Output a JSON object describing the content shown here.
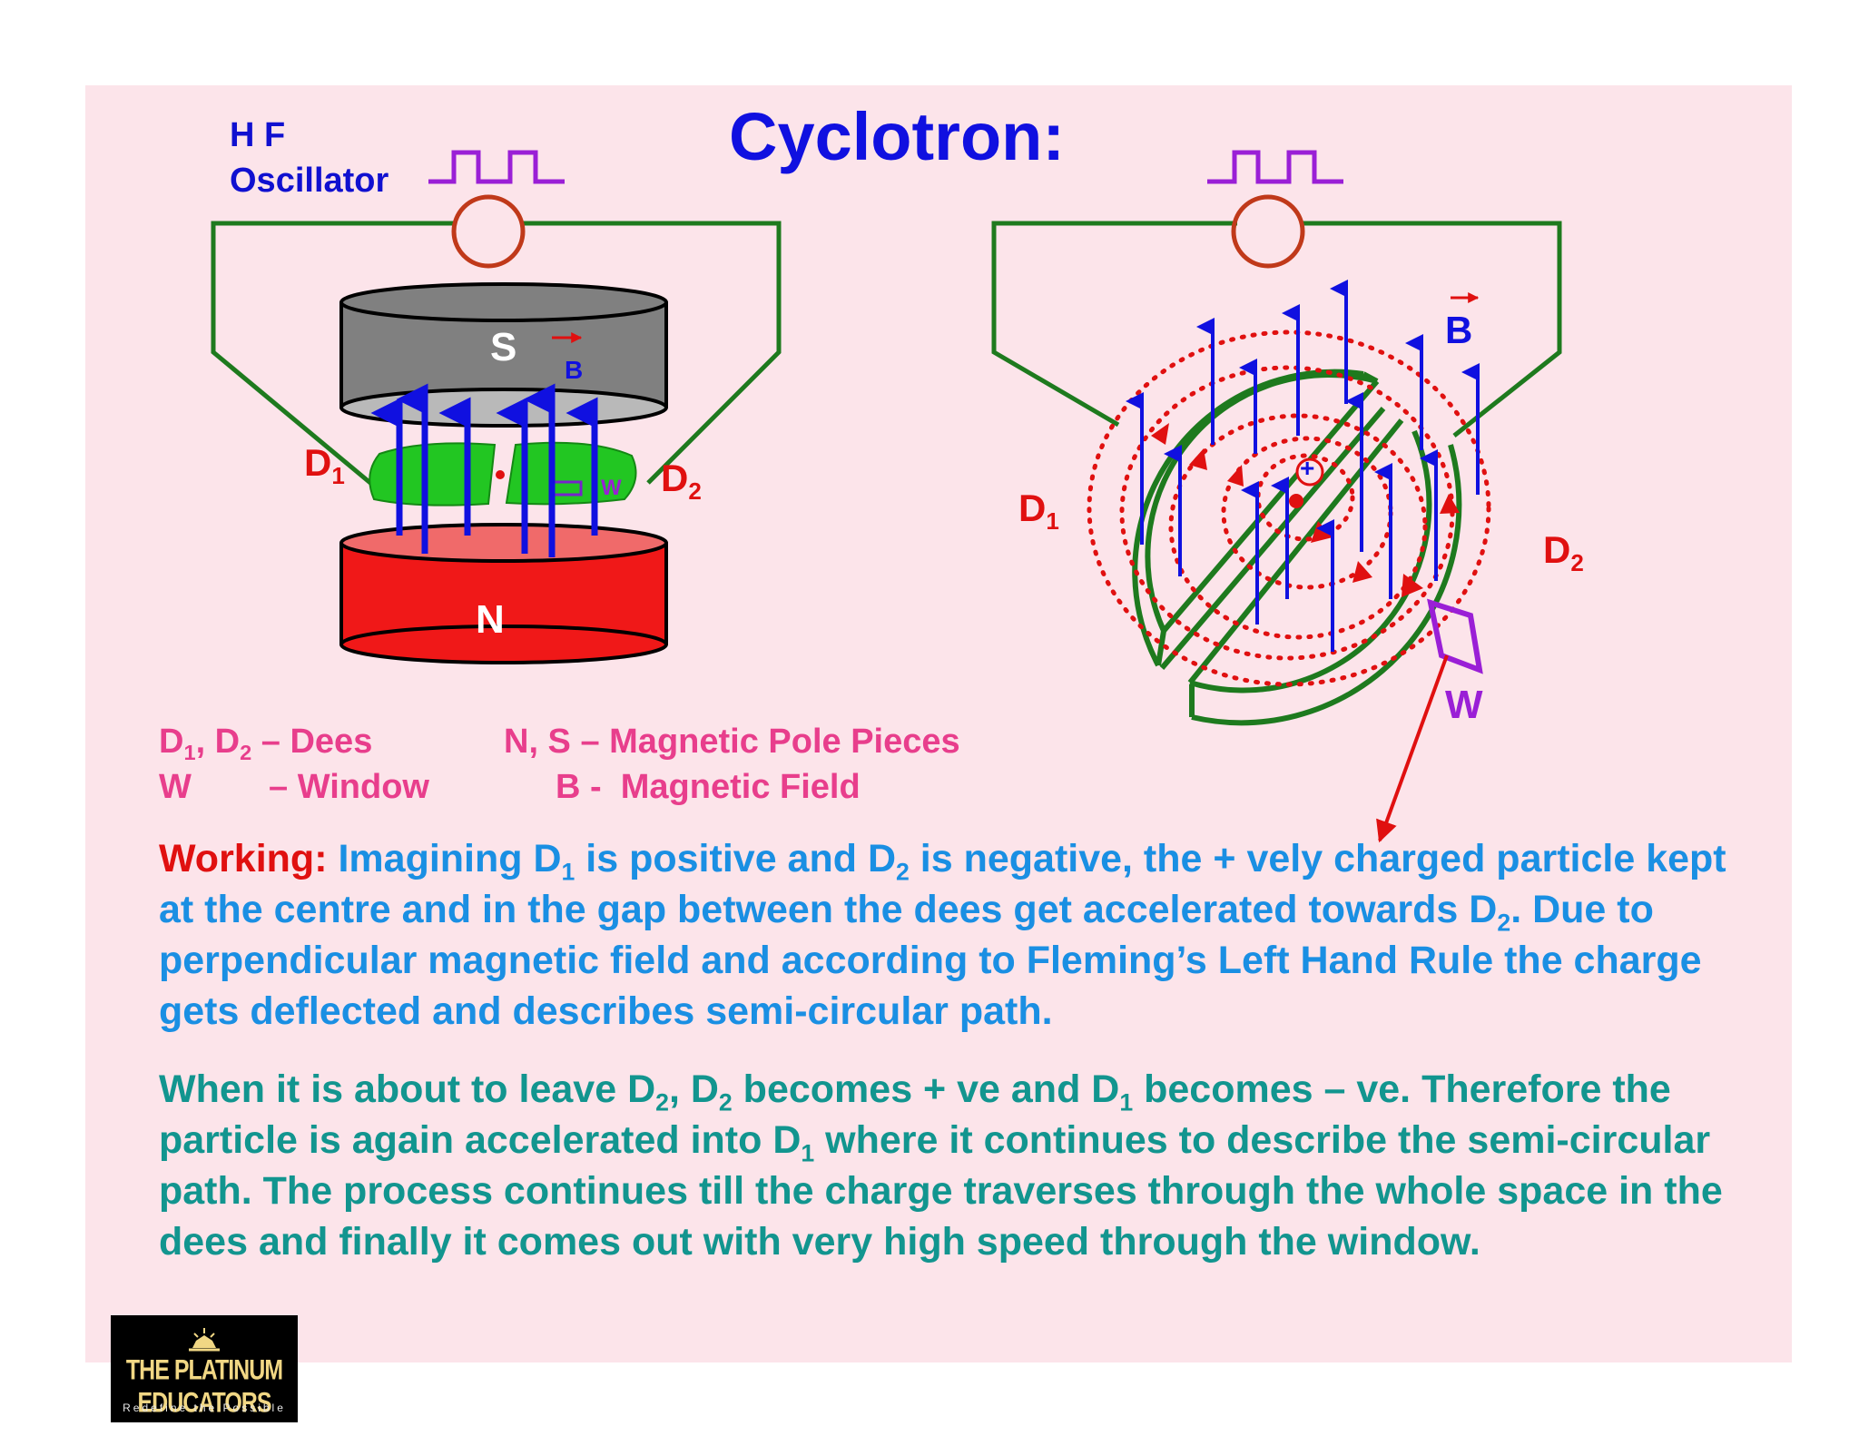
{
  "title": "Cyclotron:",
  "oscillator": {
    "line1": "H F",
    "line2": "Oscillator"
  },
  "left_diagram": {
    "pole_s": "S",
    "pole_n": "N",
    "field_label": "B",
    "dee1": {
      "letter": "D",
      "sub": "1"
    },
    "dee2": {
      "letter": "D",
      "sub": "2"
    },
    "window_label": "W"
  },
  "right_diagram": {
    "field_label": "B",
    "dee1": {
      "letter": "D",
      "sub": "1"
    },
    "dee2": {
      "letter": "D",
      "sub": "2"
    },
    "window_label": "W",
    "charge_sign": "+"
  },
  "legend": {
    "item1": {
      "d": "D",
      "s1": "1",
      "comma": ", D",
      "s2": "2",
      "rest": " – Dees"
    },
    "item2": {
      "key": "W",
      "rest": "– Window"
    },
    "item3": "N, S – Magnetic Pole Pieces",
    "item4": "B -  Magnetic Field"
  },
  "working": {
    "label": "Working:",
    "p1a": "  Imagining D",
    "p1b": "1",
    "p1c": " is positive and D",
    "p1d": "2",
    "p1e": " is negative, the + vely charged particle kept at the centre and in the gap between the dees get accelerated towards D",
    "p1f": "2",
    "p1g": ".  Due to perpendicular magnetic field and according to Fleming’s Left Hand Rule the charge gets deflected and describes semi-circular path."
  },
  "working2": {
    "a": "When it is about to leave D",
    "b": "2",
    "c": ", D",
    "d": "2",
    "e": " becomes + ve and D",
    "f": "1",
    "g": " becomes – ve. Therefore the particle is again accelerated into D",
    "h": "1",
    "i": " where it continues to describe the semi-circular path.  The process continues till the charge traverses through the whole space in the dees and finally it comes out with very high speed through the window."
  },
  "logo": {
    "line1": "THE PLATINUM EDUCATORS",
    "line2": "Redefine the Possible"
  },
  "colors": {
    "background": "#fce4ea",
    "title": "#1010e0",
    "wire": "#1e7a1e",
    "oscillator_wave": "#9a1fd6",
    "oscillator_ring": "#c0391a",
    "field_arrows": "#1010e0",
    "paragraph1": "#1a8fe3",
    "paragraph2": "#12958f",
    "legend": "#e83e8c"
  }
}
